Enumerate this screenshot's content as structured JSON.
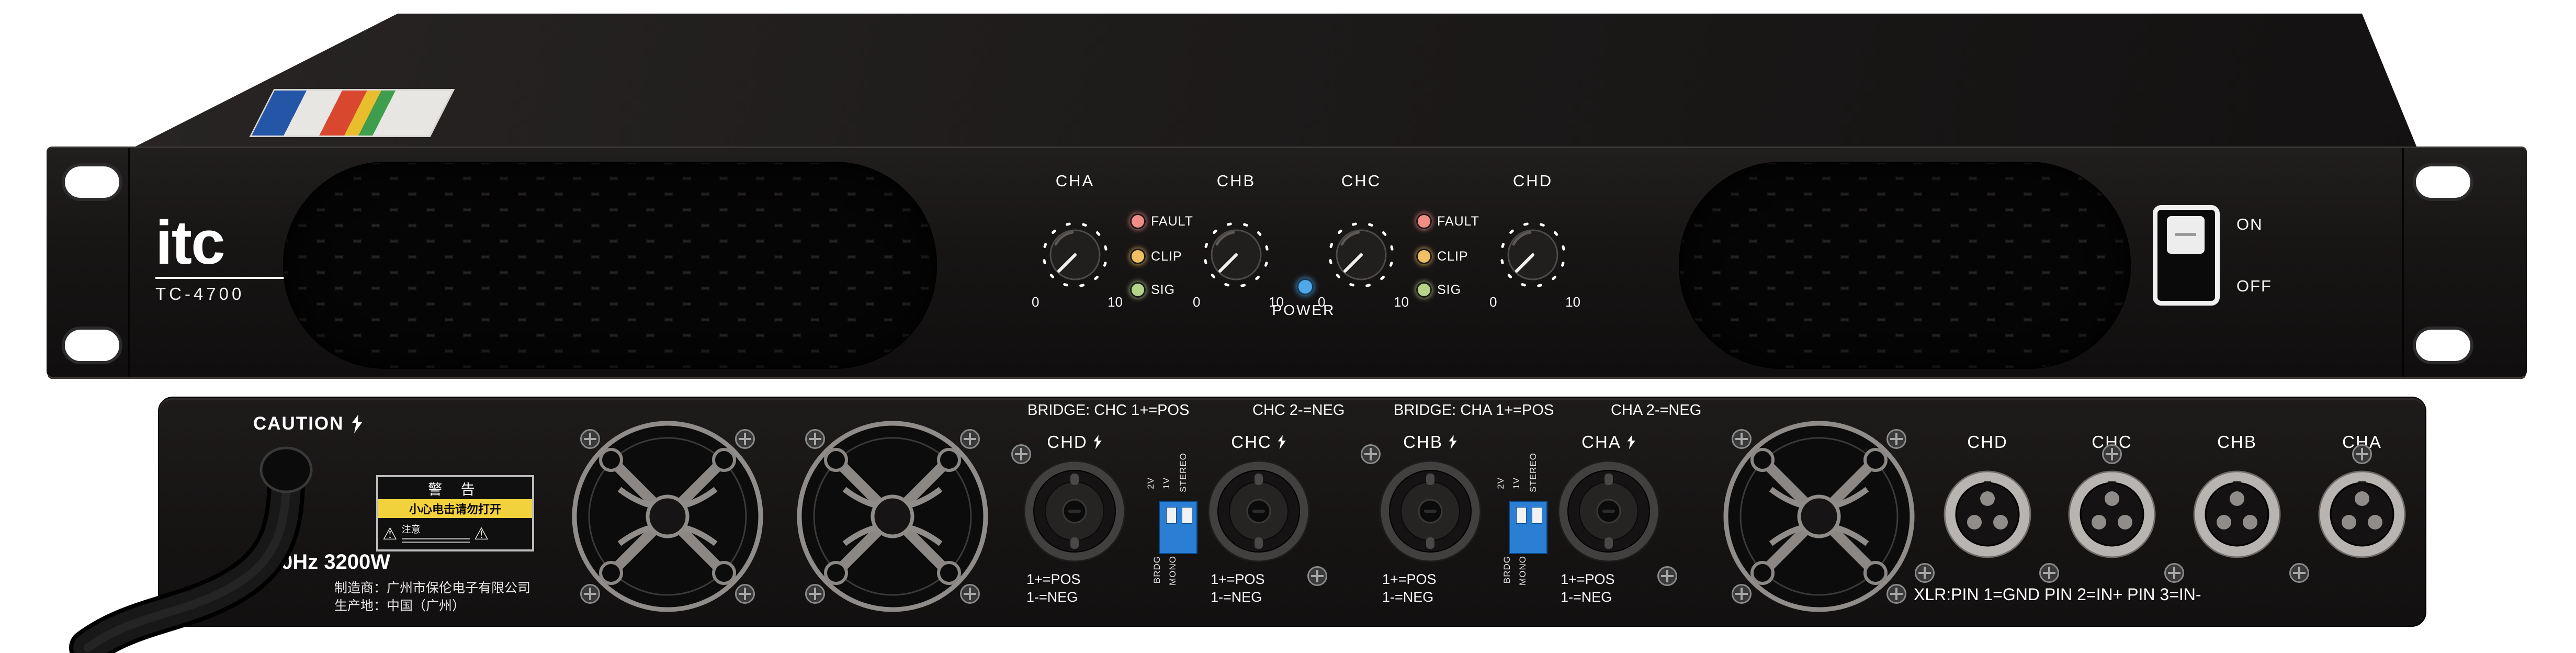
{
  "front": {
    "brand": "itc",
    "model": "TC-4700",
    "channel_labels": [
      "CHA",
      "CHB",
      "CHC",
      "CHD"
    ],
    "knob_scale": {
      "min": "0",
      "max": "10"
    },
    "led_labels": [
      "FAULT",
      "CLIP",
      "SIG"
    ],
    "power_label": "POWER",
    "switch": {
      "on": "ON",
      "off": "OFF"
    }
  },
  "rear": {
    "caution": "CAUTION",
    "power_rating": "0Hz 3200W",
    "manufacturer_line1": "制造商：广州市保伦电子有限公司",
    "manufacturer_line2": "生产地：中国（广州）",
    "warning_sticker": {
      "title": "警 告",
      "strip": "小心电击请勿打开",
      "note": "注意"
    },
    "bridge_labels": {
      "left_a": "BRIDGE: CHC 1+=POS",
      "left_b": "CHC 2-=NEG",
      "right_a": "BRIDGE: CHA 1+=POS",
      "right_b": "CHA 2-=NEG"
    },
    "speakon_labels": [
      "CHD",
      "CHC",
      "CHB",
      "CHA"
    ],
    "speakon_pos": "1+=POS",
    "speakon_neg": "1-=NEG",
    "dip_labels": {
      "v2": "2V",
      "v1": "1V",
      "stereo": "STEREO",
      "brdg": "BRDG",
      "mono": "MONO"
    },
    "xlr_labels": [
      "CHD",
      "CHC",
      "CHB",
      "CHA"
    ],
    "xlr_note": "XLR:PIN 1=GND PIN 2=IN+ PIN 3=IN-"
  },
  "icons": {
    "lightning_bolt": "⚡",
    "warning_triangle": "⚠"
  },
  "colors": {
    "led_fault": "#f08d86",
    "led_clip": "#f0bf63",
    "led_sig": "#b5d48a",
    "led_power": "#4fa8e8",
    "dip_blue": "#2a7fd4",
    "warning_yellow": "#f2d23c"
  }
}
